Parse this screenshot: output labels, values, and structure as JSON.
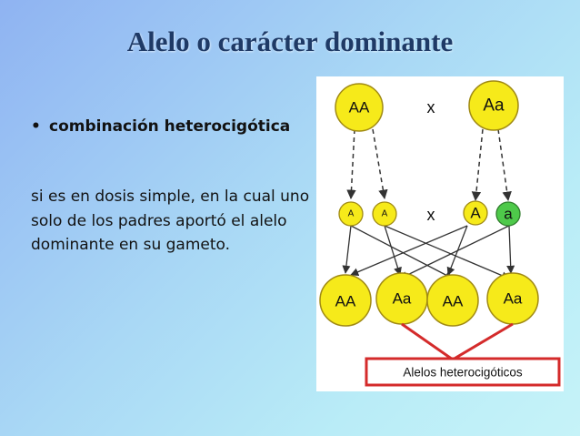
{
  "slide": {
    "title": "Alelo o carácter dominante",
    "bullet_marker": "•",
    "bullet": "combinación heterocigótica",
    "body": "si es en dosis simple, en la cual uno solo de los padres aportó el alelo dominante en su gameto."
  },
  "diagram": {
    "parent_left": "AA",
    "parent_right": "Aa",
    "cross_top": "x",
    "gamete_1": "A",
    "gamete_2": "A",
    "cross_mid": "x",
    "gamete_3": "A",
    "gamete_4": "a",
    "child_1": "AA",
    "child_2": "Aa",
    "child_3": "AA",
    "child_4": "Aa",
    "label": "Alelos heterocigóticos",
    "colors": {
      "yellow": "#f6ea1a",
      "yellow_border": "#a08a14",
      "green": "#4ec94a",
      "red": "#d42b2b",
      "arrow": "#333333"
    }
  }
}
